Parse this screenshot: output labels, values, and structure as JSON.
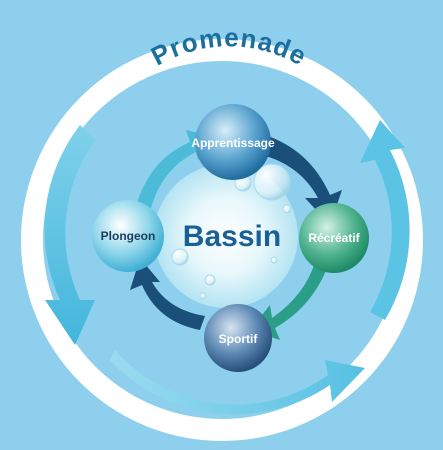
{
  "outer_label": "Promenade",
  "center_label": "Bassin",
  "nodes": {
    "top": "Apprentissage",
    "right": "Récréatif",
    "bottom": "Sportif",
    "left": "Plongeon"
  },
  "colors": {
    "background": "#8ecfee",
    "outer_ring": "#ffffff",
    "outer_arrows": "#6cc7e6",
    "title_text": "#1c6f9c",
    "center_text": "#1a5f96",
    "node_top": "#2f7fb3",
    "node_right": "#2e9e74",
    "node_bottom": "#2f5f8c",
    "node_left": "#5bc3de",
    "inner_arrow_dark": "#1a4f7a",
    "inner_arrow_teal": "#2a9e86",
    "inner_arrow_light": "#4bbbd8"
  }
}
